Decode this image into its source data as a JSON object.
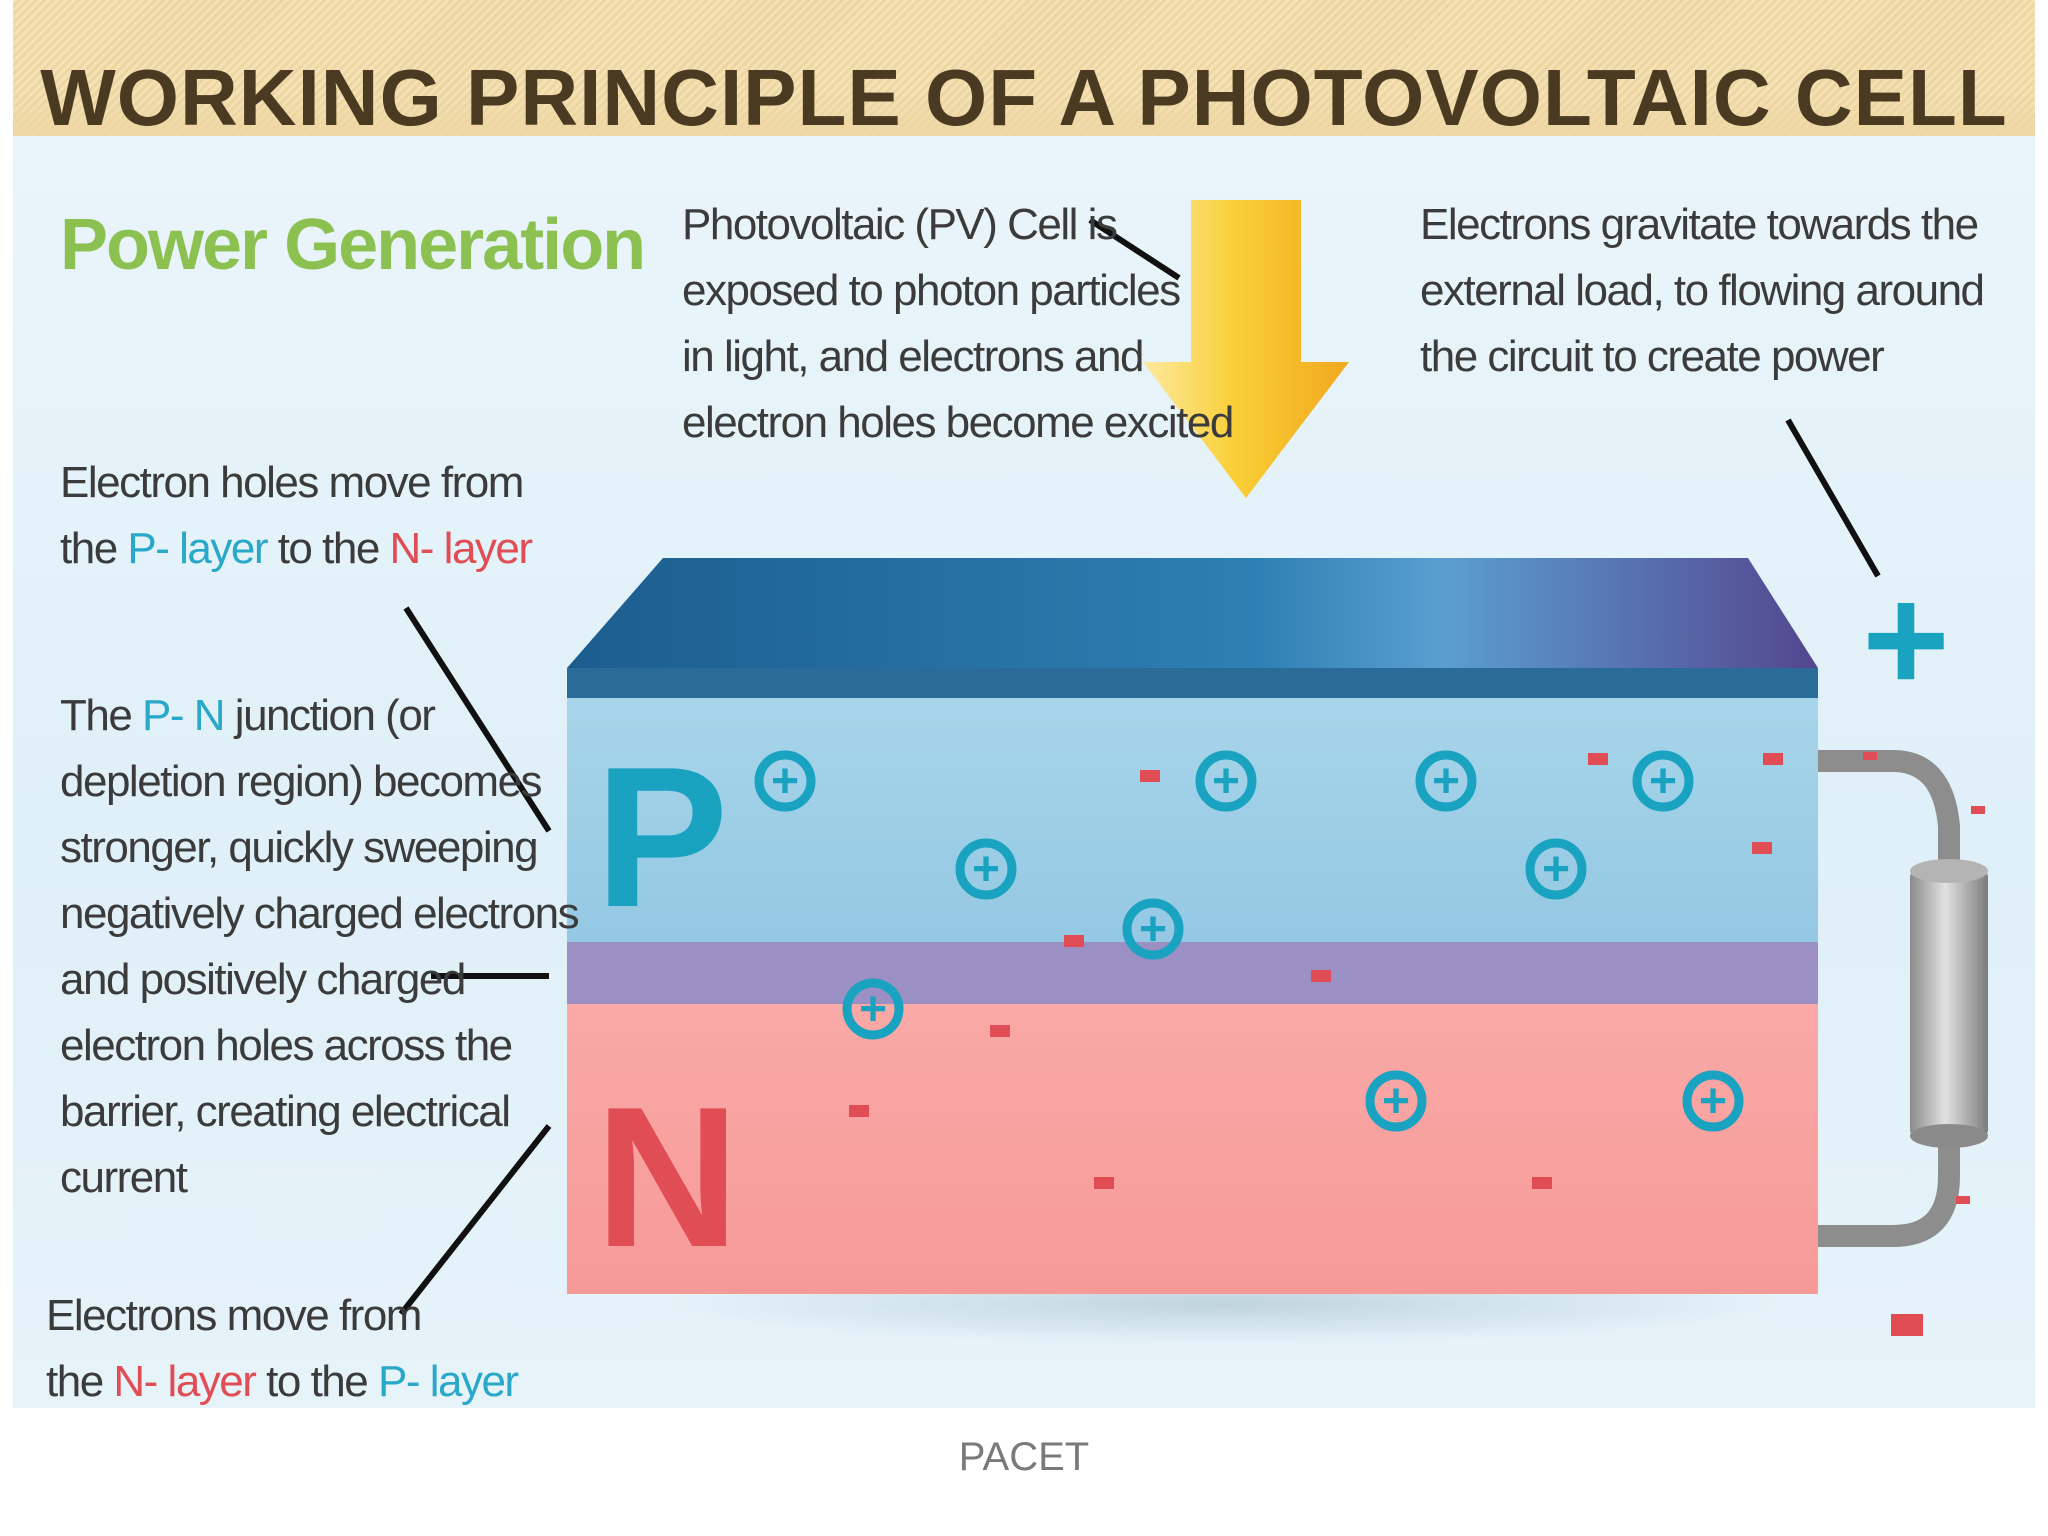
{
  "title": "WORKING PRINCIPLE OF A PHOTOVOLTAIC CELL",
  "heading": "Power Generation",
  "annotations": {
    "photon": {
      "lines": [
        "Photovoltaic (PV) Cell is",
        "exposed to photon particles",
        "in light, and electrons and",
        "electron holes become excited"
      ]
    },
    "electrons_load": {
      "lines": [
        "Electrons gravitate towards the",
        "external load, to flowing around",
        "the circuit to create power"
      ]
    },
    "holes_move": {
      "line1": "Electron holes move from",
      "line2_prefix": "the ",
      "p_layer": "P- layer",
      "line2_mid": " to the ",
      "n_layer": "N- layer"
    },
    "junction": {
      "line1_prefix": "The ",
      "p": "P-",
      "n": "N",
      "line1_suffix": " junction (or",
      "lines": [
        "depletion region) becomes",
        "stronger, quickly sweeping",
        "negatively charged electrons",
        "and positively charged",
        "electron holes across the",
        "barrier, creating electrical",
        "current"
      ]
    },
    "electrons_move": {
      "line1": "Electrons move from",
      "line2_prefix": "the ",
      "n_layer": "N- layer",
      "line2_mid": " to the ",
      "p_layer": "P- layer"
    }
  },
  "diagram": {
    "p_label": "P",
    "n_label": "N",
    "plus_terminal": "+",
    "minus_terminal": "-",
    "hole_symbol": "+",
    "electron_symbol": "-"
  },
  "colors": {
    "p_layer": "#9fcfe6",
    "n_layer": "#f7a4a2",
    "junction": "#9b8fc4",
    "top_plate": "#1f5f8f",
    "hole": "#1aa3c0",
    "electron": "#e04d55",
    "arrow": "#f6c42a",
    "heading": "#8cc152"
  },
  "footer": "PACET"
}
